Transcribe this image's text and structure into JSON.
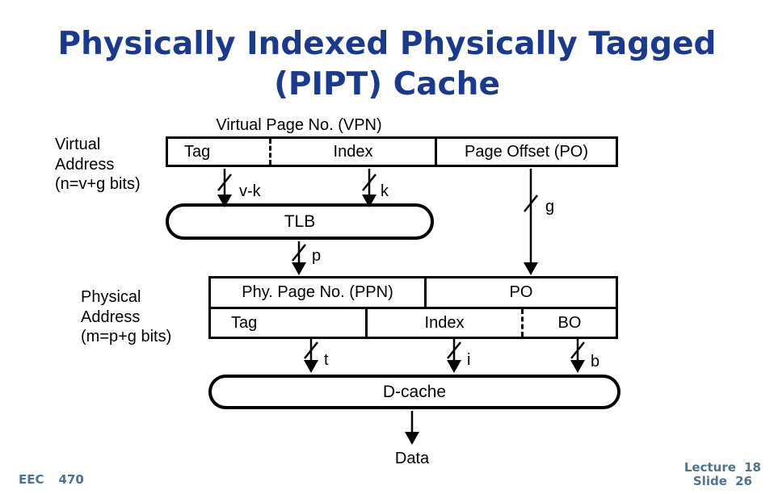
{
  "title": {
    "line1": "Physically Indexed Physically Tagged",
    "line2": "(PIPT) Cache"
  },
  "virtual": {
    "caption": "Virtual Page No. (VPN)",
    "address_lines": [
      "Virtual",
      "Address",
      "(n=v+g bits)"
    ],
    "tag": "Tag",
    "index": "Index",
    "page_offset": "Page Offset (PO)",
    "bits_tag": "v-k",
    "bits_index": "k",
    "bits_offset": "g"
  },
  "tlb": {
    "label": "TLB",
    "out_bits": "p"
  },
  "physical": {
    "address_lines": [
      "Physical",
      "Address",
      "(m=p+g bits)"
    ],
    "ppn": "Phy. Page No. (PPN)",
    "po": "PO",
    "tag": "Tag",
    "index": "Index",
    "bo": "BO",
    "bits_tag": "t",
    "bits_index": "i",
    "bits_bo": "b"
  },
  "dcache": {
    "label": "D-cache",
    "output": "Data"
  },
  "footer": {
    "course": "EEC",
    "number": "470",
    "lecture": "Lecture 18",
    "slide": "Slide 26"
  },
  "colors": {
    "title": "#1b3a8c",
    "footer": "#4d7390",
    "line": "#000000",
    "background": "#ffffff"
  }
}
